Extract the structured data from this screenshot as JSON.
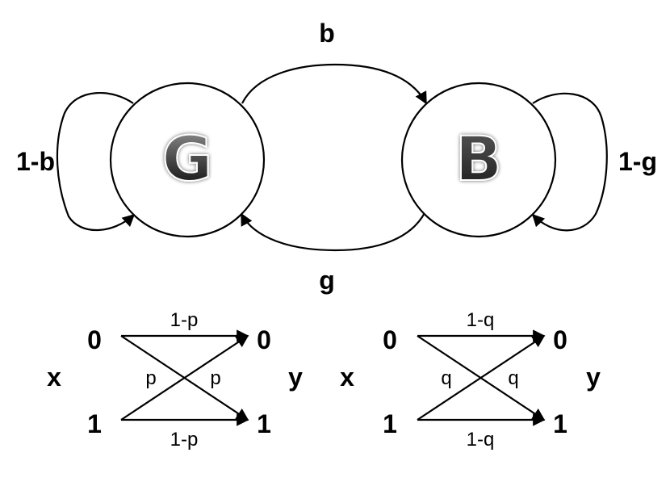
{
  "markov_chain": {
    "state_good": "G",
    "state_bad": "B",
    "trans_g_to_b": "b",
    "trans_b_to_g": "g",
    "self_loop_g": "1-b",
    "self_loop_b": "1-g"
  },
  "channel_good": {
    "input_label": "x",
    "output_label": "y",
    "in0": "0",
    "in1": "1",
    "out0": "0",
    "out1": "1",
    "top": "1-p",
    "bottom": "1-p",
    "cross_left": "p",
    "cross_right": "p"
  },
  "channel_bad": {
    "input_label": "x",
    "output_label": "y",
    "in0": "0",
    "in1": "1",
    "out0": "0",
    "out1": "1",
    "top": "1-q",
    "bottom": "1-q",
    "cross_left": "q",
    "cross_right": "q"
  }
}
